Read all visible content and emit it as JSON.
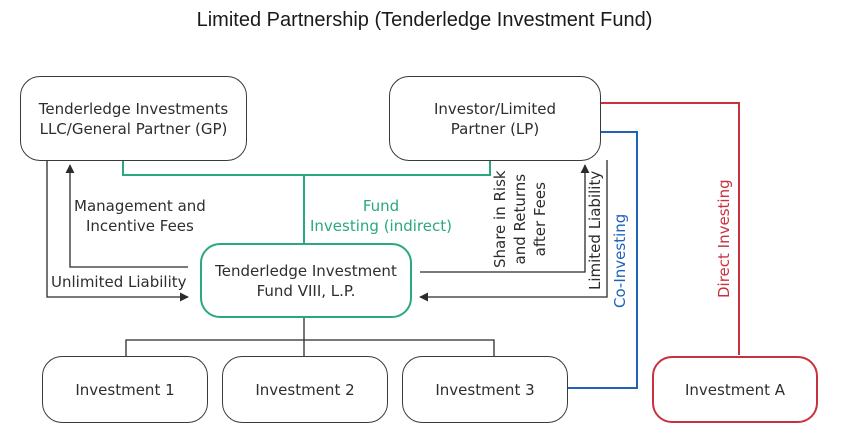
{
  "title": "Limited Partnership (Tenderledge Investment Fund)",
  "nodes": {
    "gp": {
      "line1": "Tenderledge Investments",
      "line2": "LLC/General Partner (GP)"
    },
    "lp": {
      "line1": "Investor/Limited",
      "line2": "Partner (LP)"
    },
    "fund": {
      "line1": "Tenderledge Investment",
      "line2": "Fund VIII, L.P."
    },
    "inv1": "Investment 1",
    "inv2": "Investment 2",
    "inv3": "Investment 3",
    "invA": "Investment A"
  },
  "edge_labels": {
    "mgmt_fees": {
      "line1": "Management and",
      "line2": "Incentive Fees"
    },
    "unlimited_liability": "Unlimited Liability",
    "fund_investing": {
      "line1": "Fund",
      "line2": "Investing (indirect)"
    },
    "share_risk": {
      "line1": "Share in Risk",
      "line2": "and Returns",
      "line3": "after Fees"
    },
    "limited_liability": "Limited Liability",
    "co_investing": "Co-Investing",
    "direct_investing": "Direct Investing"
  },
  "colors": {
    "fund_green": "#2aa882",
    "co_investing_blue": "#1e63b5",
    "direct_investing_red": "#c8323e",
    "neutral": "#3a3a3a"
  }
}
